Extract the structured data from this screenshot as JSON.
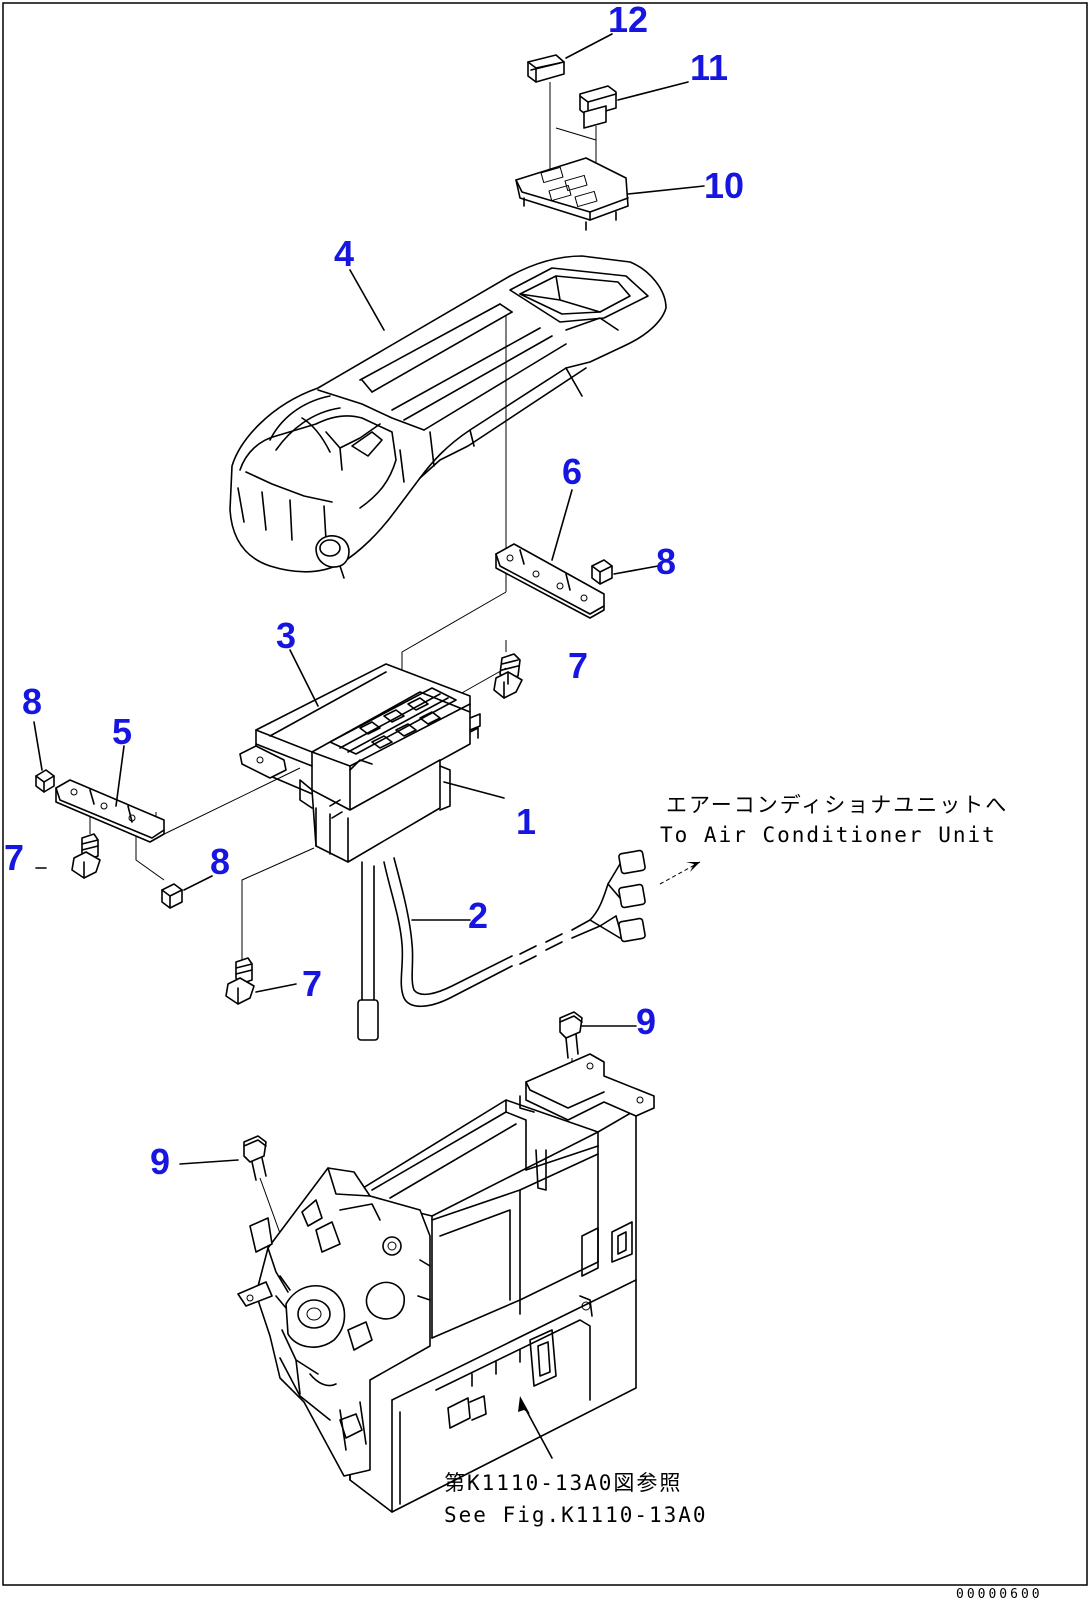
{
  "callouts": {
    "c1": "1",
    "c2": "2",
    "c3": "3",
    "c4": "4",
    "c5": "5",
    "c6": "6",
    "c7a": "7",
    "c7b": "7",
    "c7c": "7",
    "c8a": "8",
    "c8b": "8",
    "c8c": "8",
    "c9a": "9",
    "c9b": "9",
    "c10": "10",
    "c11": "11",
    "c12": "12"
  },
  "notes": {
    "air_conditioner_jp": "エアーコンディショナユニットへ",
    "air_conditioner_en": "To Air Conditioner Unit",
    "see_fig_jp": "第K1110-13A0図参照",
    "see_fig_en": "See Fig.K1110-13A0"
  },
  "drawing_code": "00000600",
  "colors": {
    "callout": "#1616e0",
    "line": "#000000",
    "background": "#ffffff"
  }
}
